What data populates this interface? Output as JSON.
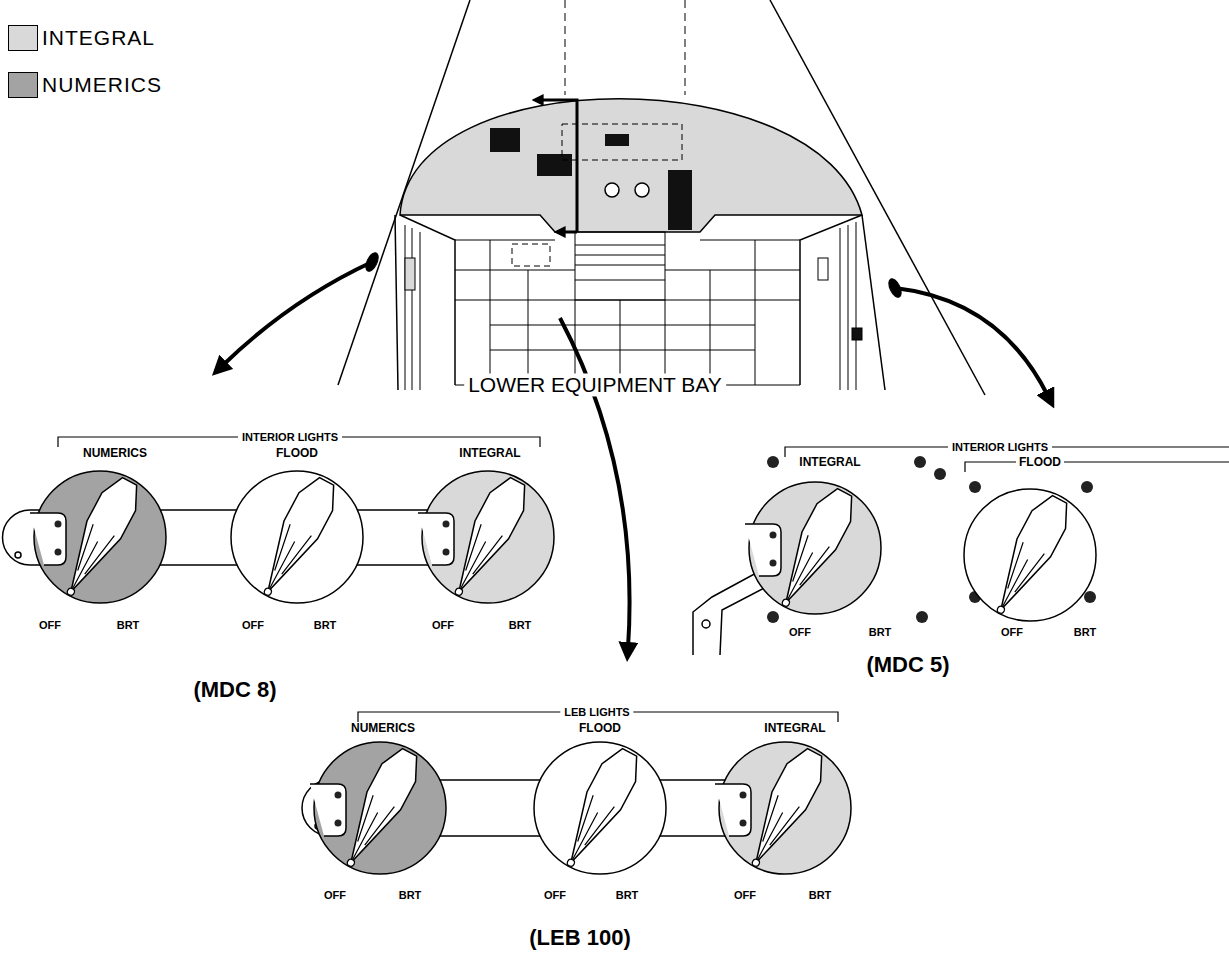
{
  "diagram": {
    "nodes": [
      {
        "text": [
          "NUMERICS",
          "OFF",
          "BRT"
        ]
      },
      {
        "text": [
          "FLOOD",
          "OFF",
          "BRT"
        ]
      },
      {
        "text": [
          "INTEGRAL",
          "OFF",
          "BRT"
        ]
      },
      {
        "text": [
          "INTEGRAL",
          "OFF",
          "BRT"
        ]
      },
      {
        "text": [
          "FLOOD",
          "OFF",
          "BRT"
        ]
      },
      {
        "text": [
          "NUMERICS",
          "OFF",
          "BRT"
        ]
      },
      {
        "text": [
          "FLOOD",
          "OFF",
          "BRT"
        ]
      },
      {
        "text": [
          "INTEGRAL",
          "OFF",
          "BRT"
        ]
      }
    ],
    "labels": [
      "LOWER EQUIPMENT BAY",
      "INTERIOR LIGHTS",
      "INTERIOR LIGHTS",
      "(MDC 8)",
      "(MDC 5)",
      "LEB LIGHTS",
      "(LEB 100)"
    ],
    "legend": [
      {
        "text": "INTEGRAL",
        "color": "#d9d9d9"
      },
      {
        "text": "NUMERICS",
        "color": "#a3a3a3"
      }
    ]
  }
}
